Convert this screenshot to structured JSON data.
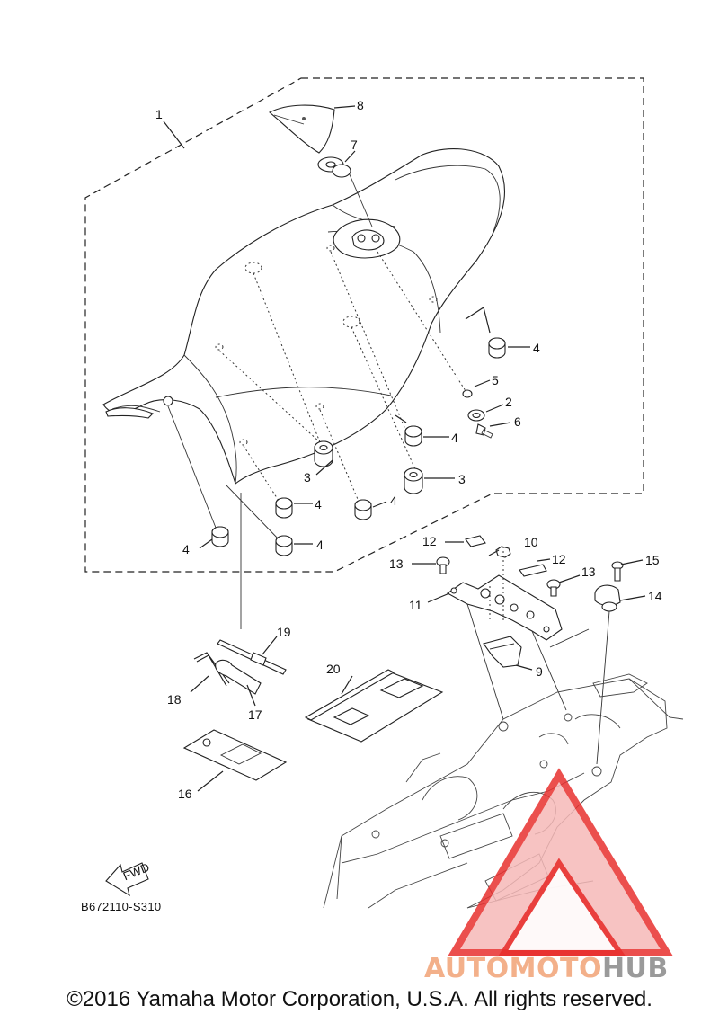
{
  "callouts": [
    {
      "id": "c1",
      "text": "1"
    },
    {
      "id": "c2",
      "text": "2"
    },
    {
      "id": "c3a",
      "text": "3"
    },
    {
      "id": "c3b",
      "text": "3"
    },
    {
      "id": "c4a",
      "text": "4"
    },
    {
      "id": "c4b",
      "text": "4"
    },
    {
      "id": "c4c",
      "text": "4"
    },
    {
      "id": "c4d",
      "text": "4"
    },
    {
      "id": "c4e",
      "text": "4"
    },
    {
      "id": "c4f",
      "text": "4"
    },
    {
      "id": "c5",
      "text": "5"
    },
    {
      "id": "c6",
      "text": "6"
    },
    {
      "id": "c7",
      "text": "7"
    },
    {
      "id": "c8",
      "text": "8"
    },
    {
      "id": "c9",
      "text": "9"
    },
    {
      "id": "c10",
      "text": "10"
    },
    {
      "id": "c11",
      "text": "11"
    },
    {
      "id": "c12a",
      "text": "12"
    },
    {
      "id": "c12b",
      "text": "12"
    },
    {
      "id": "c13a",
      "text": "13"
    },
    {
      "id": "c13b",
      "text": "13"
    },
    {
      "id": "c14",
      "text": "14"
    },
    {
      "id": "c15",
      "text": "15"
    },
    {
      "id": "c16",
      "text": "16"
    },
    {
      "id": "c17",
      "text": "17"
    },
    {
      "id": "c18",
      "text": "18"
    },
    {
      "id": "c19",
      "text": "19"
    },
    {
      "id": "c20",
      "text": "20"
    }
  ],
  "fwd_label": "FWD",
  "diagram_code": "B672110-S310",
  "copyright": "©2016 Yamaha Motor Corporation, U.S.A. All rights reserved.",
  "watermark": {
    "part1": "AUTOMOTO",
    "part2": "HUB",
    "colors": {
      "triangle": "#e8312f",
      "text1": "#f3b08a",
      "text2": "#9a9a9a"
    }
  }
}
